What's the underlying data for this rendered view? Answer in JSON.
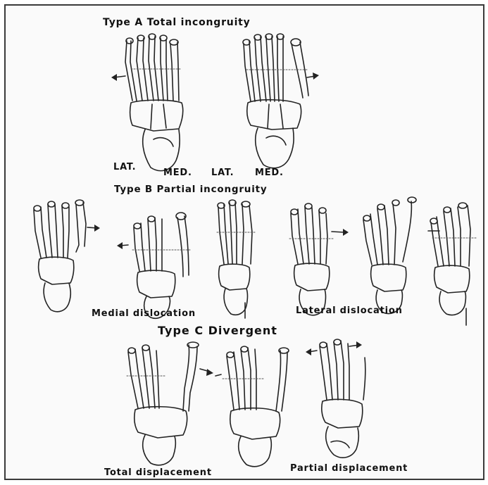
{
  "titles": {
    "type_a": "Type A Total incongruity",
    "type_b": "Type B Partial incongruity",
    "type_c": "Type C Divergent"
  },
  "labels": {
    "lat_1": "LAT.",
    "med_1": "MED.",
    "lat_2": "LAT.",
    "med_2": "MED.",
    "medial_dislocation": "Medial dislocation",
    "lateral_dislocation": "Lateral dislocation",
    "total_displacement": "Total displacement",
    "partial_displacement": "Partial displacement"
  },
  "figures": [
    {
      "group": "A",
      "direction": "lateral"
    },
    {
      "group": "A",
      "direction": "medial"
    },
    {
      "group": "B",
      "direction": "medial"
    },
    {
      "group": "B",
      "direction": "medial"
    },
    {
      "group": "B",
      "direction": "medial"
    },
    {
      "group": "B",
      "direction": "lateral"
    },
    {
      "group": "B",
      "direction": "lateral"
    },
    {
      "group": "B",
      "direction": "lateral"
    },
    {
      "group": "C",
      "direction": "divergent"
    },
    {
      "group": "C",
      "direction": "divergent"
    },
    {
      "group": "C",
      "direction": "divergent"
    }
  ]
}
